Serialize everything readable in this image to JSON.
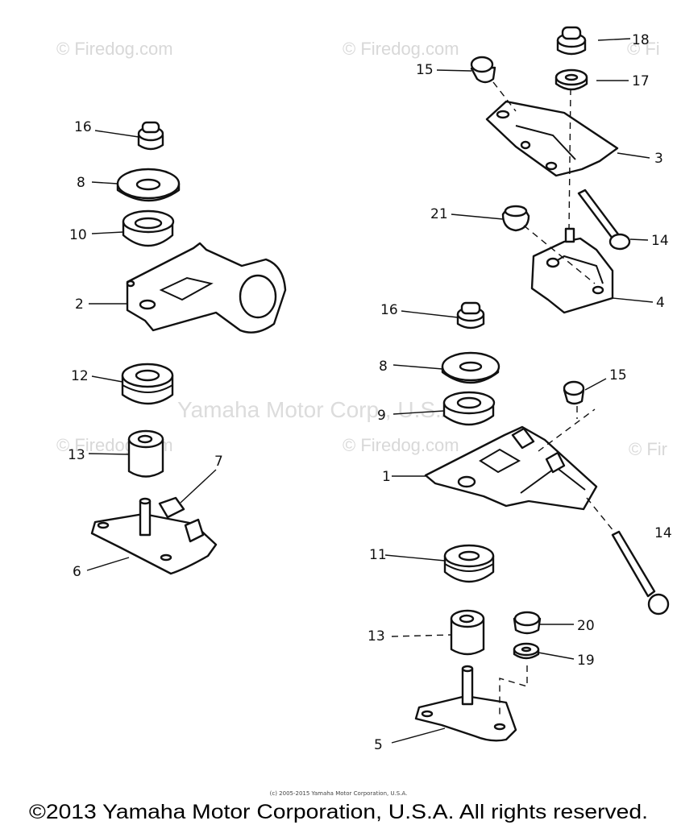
{
  "watermarks": {
    "firedog_1": "© Firedog.com",
    "firedog_2": "© Firedog.com",
    "firedog_3": "© Fi",
    "firedog_4": "© Firedog.com",
    "firedog_5": "© Firedog.com",
    "firedog_6": "© Fir",
    "yamaha": "Yamaha Motor Corp., U.S.A."
  },
  "callouts": {
    "c16_left": "16",
    "c8_left": "8",
    "c10": "10",
    "c2": "2",
    "c12": "12",
    "c13_left": "13",
    "c7": "7",
    "c6": "6",
    "c15_top": "15",
    "c18": "18",
    "c17": "17",
    "c3": "3",
    "c21": "21",
    "c14_top": "14",
    "c4": "4",
    "c16_right": "16",
    "c8_right": "8",
    "c9": "9",
    "c15_mid": "15",
    "c1": "1",
    "c14_bottom": "14",
    "c11": "11",
    "c13_right": "13",
    "c20": "20",
    "c19": "19",
    "c5": "5"
  },
  "footer": {
    "small_copyright": "(c) 2005-2015 Yamaha Motor Corporation, U.S.A.",
    "copyright": "©2013 Yamaha Motor Corporation, U.S.A. All rights reserved."
  }
}
